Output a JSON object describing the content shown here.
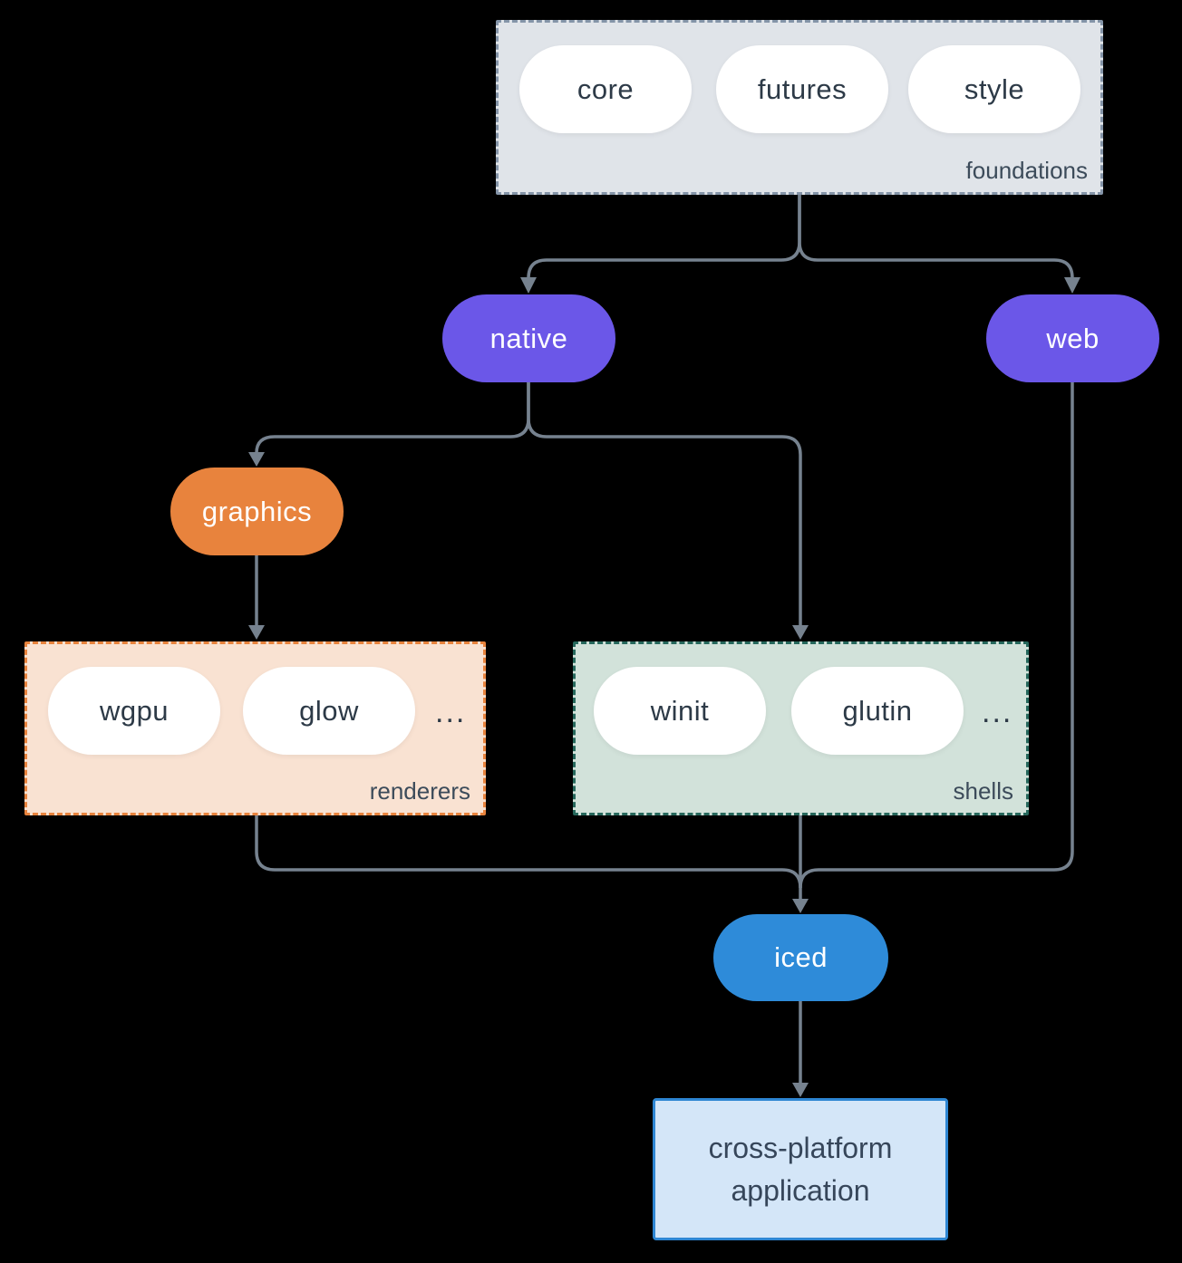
{
  "colors": {
    "line": "#76828f",
    "purple": "#6b57e8",
    "orange": "#e8833d",
    "blue": "#2e8bd9",
    "dark_text": "#2d3a47",
    "label_text": "#3c4b5a",
    "foundations_fill": "#e0e4e9",
    "foundations_border": "#8494a8",
    "renderers_fill": "#f9e2d2",
    "renderers_border": "#e8833d",
    "shells_fill": "#d2e2da",
    "shells_border": "#26685c",
    "app_fill": "#d4e6f8",
    "app_border": "#2e86d3",
    "app_text": "#36465a"
  },
  "groups": {
    "foundations": {
      "label": "foundations",
      "pills": [
        "core",
        "futures",
        "style"
      ]
    },
    "renderers": {
      "label": "renderers",
      "pills": [
        "wgpu",
        "glow"
      ],
      "ellipsis": "..."
    },
    "shells": {
      "label": "shells",
      "pills": [
        "winit",
        "glutin"
      ],
      "ellipsis": "..."
    }
  },
  "nodes": {
    "native": "native",
    "web": "web",
    "graphics": "graphics",
    "iced": "iced",
    "app": {
      "line1": "cross-platform",
      "line2": "application"
    }
  }
}
